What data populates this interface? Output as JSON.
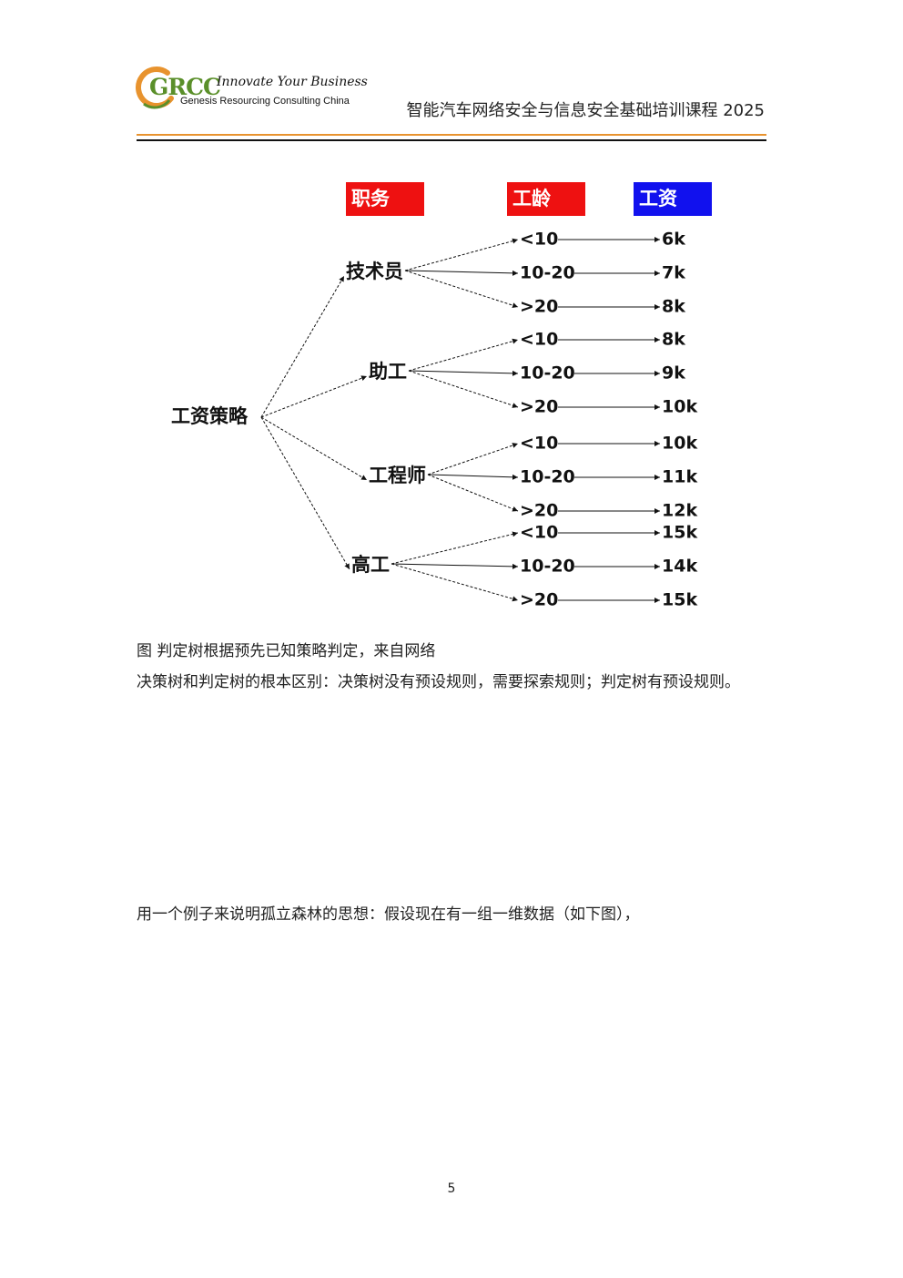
{
  "header": {
    "logo_mark": "GRCC",
    "logo_tagline": "Innovate Your Business",
    "logo_company": "Genesis Resourcing Consulting China",
    "course_title": "智能汽车网络安全与信息安全基础培训课程 2025",
    "colors": {
      "accent_line": "#e8932e",
      "logo_green": "#5a8f2a",
      "logo_orange": "#e8932e"
    }
  },
  "diagram": {
    "headers": [
      {
        "label": "职务",
        "color": "#ee1111"
      },
      {
        "label": "工龄",
        "color": "#ee1111"
      },
      {
        "label": "工资",
        "color": "#1111ee"
      }
    ],
    "root": "工资策略",
    "branches": [
      {
        "position": "技术员",
        "rows": [
          {
            "seniority": "<10",
            "salary": "6k"
          },
          {
            "seniority": "10-20",
            "salary": "7k"
          },
          {
            "seniority": ">20",
            "salary": "8k"
          }
        ]
      },
      {
        "position": "助工",
        "rows": [
          {
            "seniority": "<10",
            "salary": "8k"
          },
          {
            "seniority": "10-20",
            "salary": "9k"
          },
          {
            "seniority": ">20",
            "salary": "10k"
          }
        ]
      },
      {
        "position": "工程师",
        "rows": [
          {
            "seniority": "<10",
            "salary": "10k"
          },
          {
            "seniority": "10-20",
            "salary": "11k"
          },
          {
            "seniority": ">20",
            "salary": "12k"
          }
        ]
      },
      {
        "position": "高工",
        "rows": [
          {
            "seniority": "<10",
            "salary": "15k"
          },
          {
            "seniority": "10-20",
            "salary": "14k"
          },
          {
            "seniority": ">20",
            "salary": "15k"
          }
        ]
      }
    ]
  },
  "body": {
    "caption": "图 判定树根据预先已知策略判定，来自网络",
    "paragraph1": "决策树和判定树的根本区别：决策树没有预设规则，需要探索规则；判定树有预设规则。",
    "paragraph2": "用一个例子来说明孤立森林的思想：假设现在有一组一维数据（如下图），"
  },
  "footer": {
    "page_number": "5"
  }
}
